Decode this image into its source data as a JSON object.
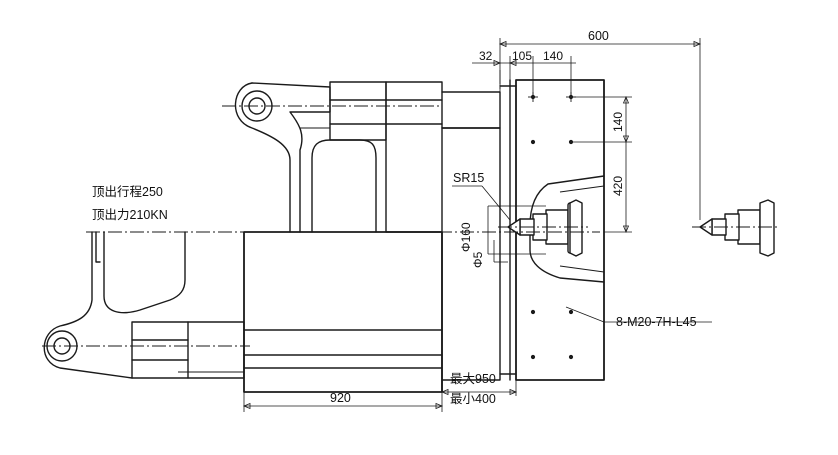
{
  "annotations": {
    "ejector_stroke": "顶出行程250",
    "ejector_force": "顶出力210KN",
    "radius": "SR15",
    "dia_160": "Φ160",
    "dia_5": "Φ5",
    "thread": "8-M20-7H-L45",
    "max_open": "最大950",
    "min_open": "最小400"
  },
  "dimensions": {
    "overall_600": "600",
    "d32": "32",
    "d105": "105",
    "d140_top": "140",
    "d140_side": "140",
    "d420": "420",
    "d920": "920"
  }
}
